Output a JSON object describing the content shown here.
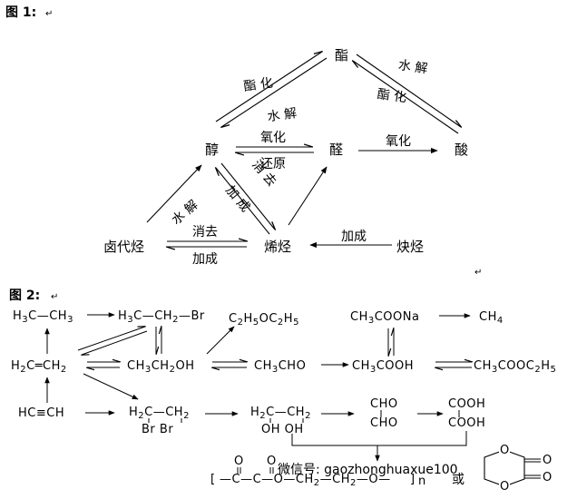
{
  "figure1": {
    "title": "图 1:",
    "nodes": {
      "ester": "酯",
      "alcohol": "醇",
      "aldehyde": "醛",
      "acid": "酸",
      "haloalkane": "卤代烃",
      "alkene": "烯烃",
      "alkyne": "炔烃"
    },
    "edge_labels": {
      "esterification_left": "酯 化",
      "hydrolysis_left": "水 解",
      "hydrolysis_right": "水 解",
      "esterification_right": "酯 化",
      "oxidation_1": "氧化",
      "reduction": "还原",
      "oxidation_2": "氧化",
      "hydrolysis_halide": "水 解",
      "addition_alkene": "加 成",
      "elimination_alcohol": "消 去",
      "elimination_halide": "消去",
      "addition_halide": "加成",
      "addition_alkyne": "加成"
    }
  },
  "figure2": {
    "title": "图 2:",
    "alt_word": "或",
    "polyester_n": "n"
  },
  "watermark": "微信号: gaozhonghuaxue100",
  "paragraph_marks": [
    "↵",
    "↵",
    "↵"
  ]
}
